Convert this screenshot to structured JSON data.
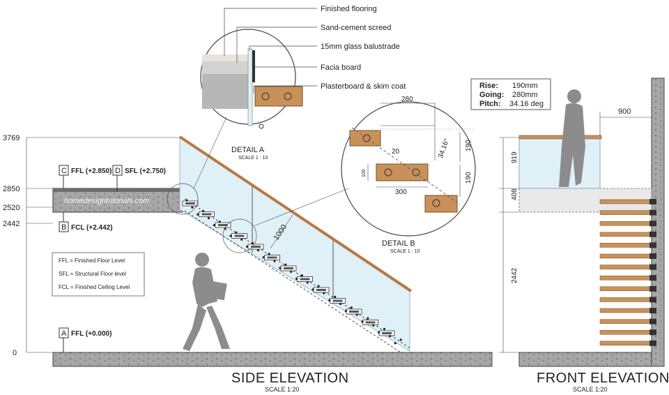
{
  "callouts": {
    "finished_flooring": "Finished flooring",
    "sand_cement_screed": "Sand-cement screed",
    "glass_balustrade": "15mm glass balustrade",
    "facia_board": "Facia board",
    "plasterboard": "Plasterboard & skim coat"
  },
  "detail_a": {
    "title": "DETAIL A",
    "scale": "SCALE 1 : 10"
  },
  "detail_b": {
    "title": "DETAIL B",
    "scale": "SCALE 1 : 10",
    "dims": {
      "going": "280",
      "angle": "34.16°",
      "rise_1": "190",
      "rise_2": "190",
      "nosing": "20",
      "thickness": "100",
      "depth": "300"
    }
  },
  "side_elevation": {
    "title": "SIDE ELEVATION",
    "scale": "SCALE 1:20",
    "levels": [
      "3769",
      "2850",
      "2520",
      "2442",
      "0"
    ],
    "markers": [
      {
        "letter": "C",
        "text": "FFL (+2.850)"
      },
      {
        "letter": "D",
        "text": "SFL (+2.750)"
      },
      {
        "letter": "B",
        "text": "FCL (+2.442)"
      },
      {
        "letter": "A",
        "text": "FFL (+0.000)"
      }
    ],
    "balustrade_dim": "1000",
    "watermark": "homedesigntutorials.com",
    "legend": [
      "FFL = Finished Floor Level",
      "SFL = Structural Floor level",
      "FCL = Finished Ceiling Level"
    ]
  },
  "specs": [
    {
      "key": "Rise:",
      "value": "190mm"
    },
    {
      "key": "Going:",
      "value": "280mm"
    },
    {
      "key": "Pitch:",
      "value": "34.16 deg"
    }
  ],
  "front_elevation": {
    "title": "FRONT ELEVATION",
    "scale": "SCALE 1:20",
    "dims": {
      "width": "900",
      "balustrade": "919",
      "slab": "408",
      "ceiling": "2442"
    }
  },
  "colors": {
    "wood": "#c9915a",
    "glass": "#dff0f7",
    "concrete": "#8a8a8a",
    "figure": "#8c8c8c"
  }
}
